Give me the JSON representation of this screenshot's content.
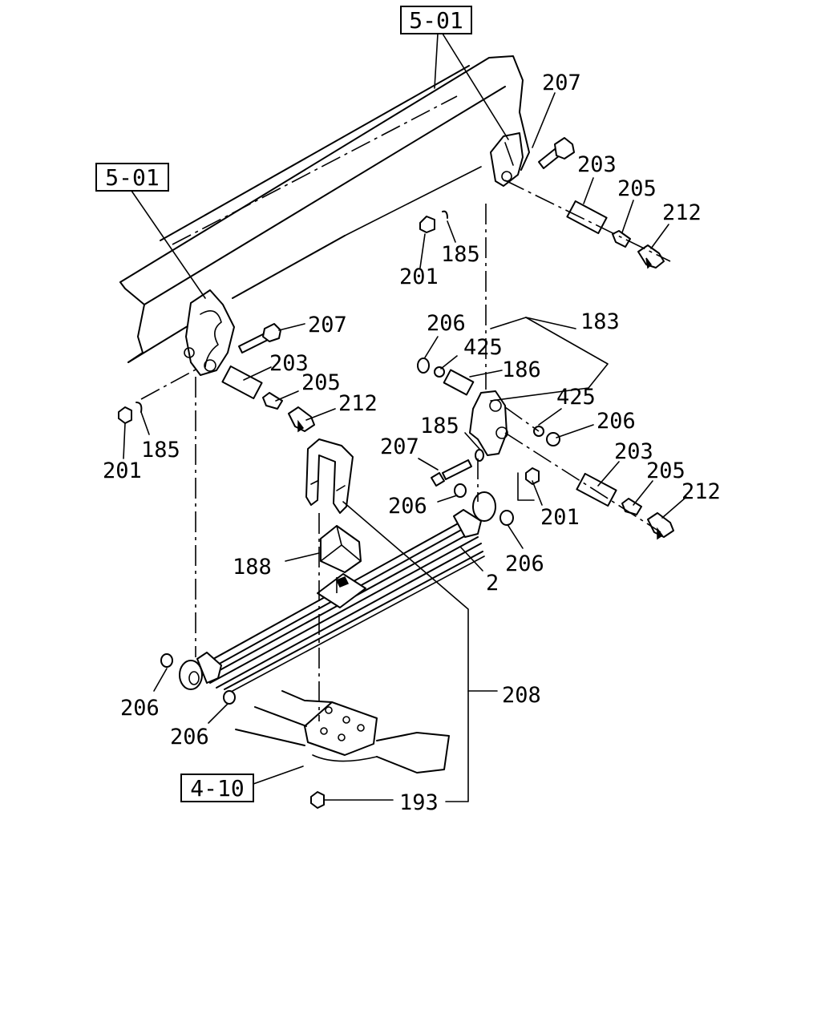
{
  "diagram": {
    "refs": {
      "ref_top": "5-01",
      "ref_left": "5-01",
      "ref_axle": "4-10"
    },
    "labels": {
      "p207_top": "207",
      "p203_top": "203",
      "p205_top": "205",
      "p212_top": "212",
      "p201_top": "201",
      "p185_top": "185",
      "p207_left": "207",
      "p203_left": "203",
      "p205_left": "205",
      "p212_left": "212",
      "p201_left": "201",
      "p185_left": "185",
      "p206_shackle": "206",
      "p425_a": "425",
      "p183": "183",
      "p186": "186",
      "p425_b": "425",
      "p206_shackle_b": "206",
      "p185_mid": "185",
      "p207_mid": "207",
      "p206_mid": "206",
      "p203_right": "203",
      "p205_right": "205",
      "p212_right": "212",
      "p201_right": "201",
      "p206_right": "206",
      "p188": "188",
      "p2": "2",
      "p208": "208",
      "p206_low_a": "206",
      "p206_low_b": "206",
      "p193": "193"
    }
  }
}
